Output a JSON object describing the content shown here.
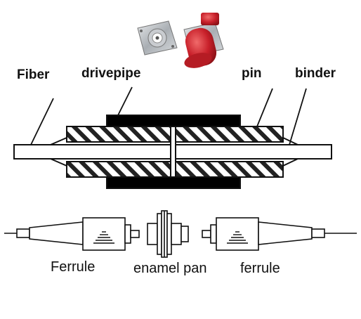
{
  "diagram": {
    "labels": {
      "fiber": "Fiber",
      "drivepipe": "drivepipe",
      "pin": "pin",
      "binder": "binder",
      "ferrule_left": "Ferrule",
      "enamel_pan": "enamel pan",
      "ferrule_right": "ferrule"
    },
    "colors": {
      "stroke": "#111111",
      "background": "#ffffff",
      "drivepipe_fill": "#000000",
      "connector_cap": "#c8202a",
      "connector_metal": "#b8bcc0"
    }
  }
}
